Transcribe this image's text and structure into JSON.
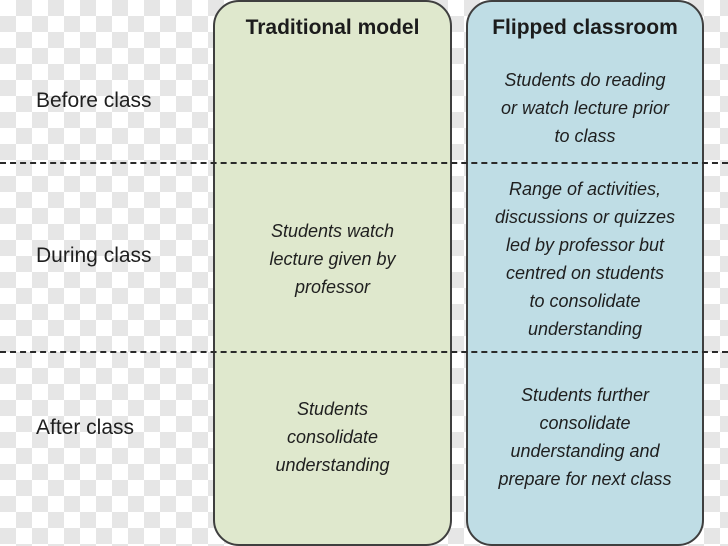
{
  "columns": {
    "traditional": {
      "title": "Traditional model",
      "before": "",
      "during": "Students watch\nlecture given by\nprofessor",
      "after": "Students\nconsolidate\nunderstanding"
    },
    "flipped": {
      "title": "Flipped classroom",
      "before": "Students do reading\nor watch lecture prior\nto class",
      "during": "Range of activities,\ndiscussions or quizzes\nled by professor but\ncentred on students\nto consolidate\nunderstanding",
      "after": "Students  further\nconsolidate\nunderstanding and\nprepare for next class"
    }
  },
  "rows": {
    "before": "Before class",
    "during": "During class",
    "after": "After class"
  },
  "colors": {
    "traditional_fill": "#dfe8cd",
    "flipped_fill": "#bfdde5",
    "border": "#3f3f3f"
  }
}
